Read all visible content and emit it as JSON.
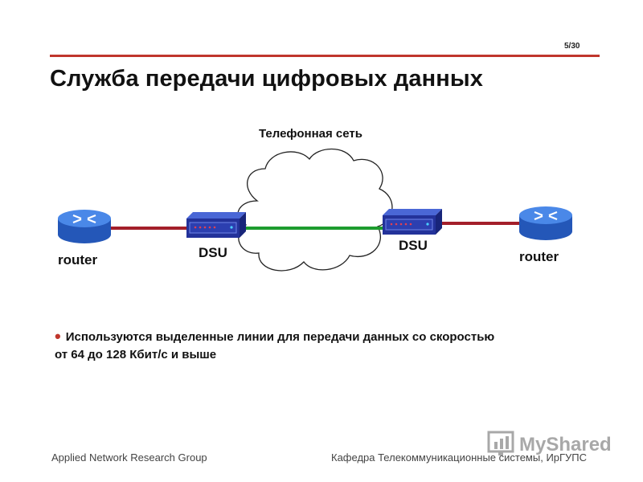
{
  "slide": {
    "page_number": "5/30",
    "title": "Служба передачи цифровых данных"
  },
  "diagram": {
    "cloud_label": "Телефонная сеть",
    "left_router_label": "router",
    "right_router_label": "router",
    "left_dsu_label": "DSU",
    "right_dsu_label": "DSU",
    "colors": {
      "router_blue": "#2f6fd6",
      "dsu_body": "#23329a",
      "dsu_top": "#4a67d6",
      "link_red": "#a31f2a",
      "link_green": "#1d9c2e"
    }
  },
  "body": {
    "bullet_text_line1": "Используются выделенные линии для передачи данных со скоростью",
    "bullet_text_line2": "от 64  до 128 Кбит/с и выше"
  },
  "footer": {
    "left": "Applied Network Research Group",
    "right": "Кафедра Телекоммуникационные системы, ИрГУПС"
  },
  "watermark": {
    "text": "MyShared"
  }
}
